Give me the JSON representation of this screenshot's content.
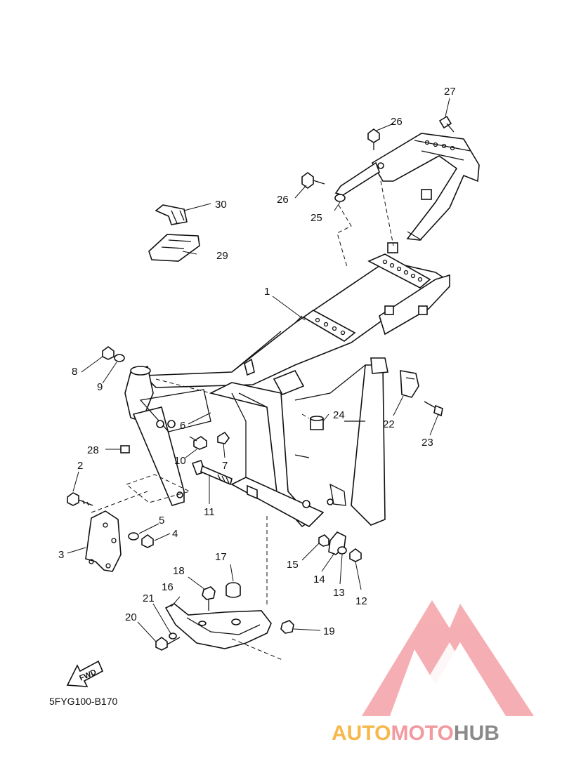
{
  "diagram_code": "5FYG100-B170",
  "fwd_label": "FWD",
  "watermark": {
    "brand_a": "AUTO",
    "brand_b": "MOTO",
    "brand_c": "HUB",
    "color_a": "#f6b84a",
    "color_b": "#f29aa0",
    "color_c": "#8a8a8a",
    "logo_color": "#f4a1a6"
  },
  "parts": [
    {
      "id": "part-1",
      "label": "1"
    },
    {
      "id": "part-2",
      "label": "2"
    },
    {
      "id": "part-3",
      "label": "3"
    },
    {
      "id": "part-4",
      "label": "4"
    },
    {
      "id": "part-5",
      "label": "5"
    },
    {
      "id": "part-6",
      "label": "6"
    },
    {
      "id": "part-7",
      "label": "7"
    },
    {
      "id": "part-8",
      "label": "8"
    },
    {
      "id": "part-9",
      "label": "9"
    },
    {
      "id": "part-10",
      "label": "10"
    },
    {
      "id": "part-11",
      "label": "11"
    },
    {
      "id": "part-12",
      "label": "12"
    },
    {
      "id": "part-13",
      "label": "13"
    },
    {
      "id": "part-14",
      "label": "14"
    },
    {
      "id": "part-15",
      "label": "15"
    },
    {
      "id": "part-16",
      "label": "16"
    },
    {
      "id": "part-17",
      "label": "17"
    },
    {
      "id": "part-18",
      "label": "18"
    },
    {
      "id": "part-19",
      "label": "19"
    },
    {
      "id": "part-20",
      "label": "20"
    },
    {
      "id": "part-21",
      "label": "21"
    },
    {
      "id": "part-22",
      "label": "22"
    },
    {
      "id": "part-23",
      "label": "23"
    },
    {
      "id": "part-24",
      "label": "24"
    },
    {
      "id": "part-25",
      "label": "25"
    },
    {
      "id": "part-26a",
      "label": "26"
    },
    {
      "id": "part-26b",
      "label": "26"
    },
    {
      "id": "part-27",
      "label": "27"
    },
    {
      "id": "part-28",
      "label": "28"
    },
    {
      "id": "part-29",
      "label": "29"
    },
    {
      "id": "part-30",
      "label": "30"
    }
  ]
}
